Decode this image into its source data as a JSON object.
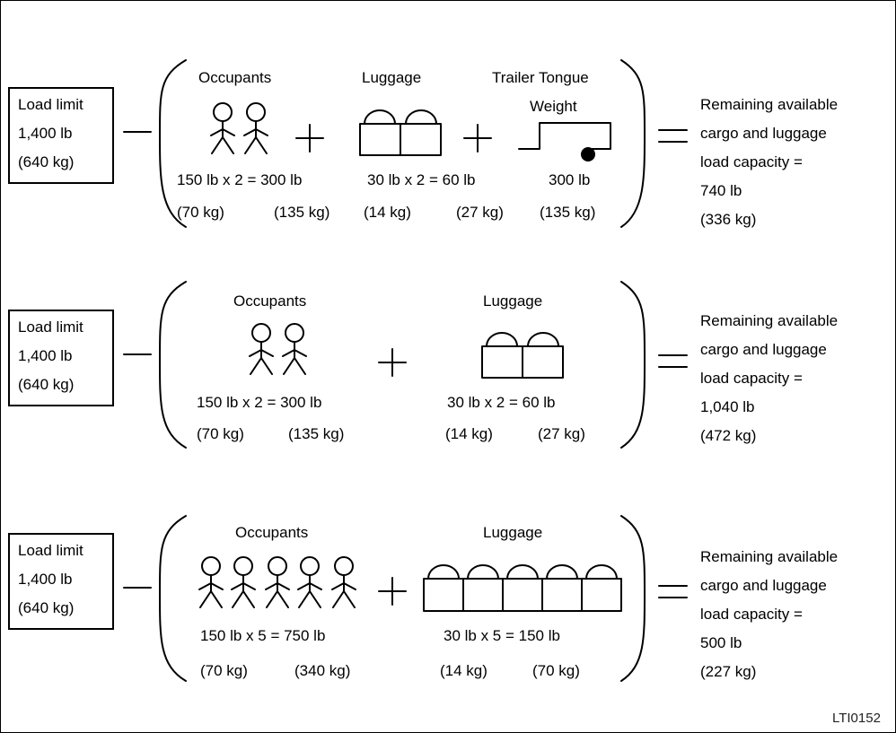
{
  "figure_code": "LTI0152",
  "examples": [
    {
      "load_limit": [
        "Load limit",
        "1,400 lb",
        "(640 kg)"
      ],
      "groups": [
        {
          "label": [
            "Occupants"
          ],
          "count": 2,
          "calc": "150 lb x 2 = 300 lb",
          "metric": [
            "(70 kg)",
            "(135 kg)"
          ]
        },
        {
          "label": [
            "Luggage"
          ],
          "count": 2,
          "calc": "30 lb x 2 = 60 lb",
          "metric": [
            "(14 kg)",
            "(27 kg)"
          ]
        },
        {
          "label": [
            "Trailer Tongue",
            "Weight"
          ],
          "count": 1,
          "calc": "300 lb",
          "metric": [
            "(135 kg)"
          ]
        }
      ],
      "result": [
        "Remaining available",
        "cargo and luggage",
        "load capacity =",
        "740 lb",
        "(336 kg)"
      ]
    },
    {
      "load_limit": [
        "Load limit",
        "1,400 lb",
        "(640 kg)"
      ],
      "groups": [
        {
          "label": [
            "Occupants"
          ],
          "count": 2,
          "calc": "150 lb x 2 = 300 lb",
          "metric": [
            "(70 kg)",
            "(135 kg)"
          ]
        },
        {
          "label": [
            "Luggage"
          ],
          "count": 2,
          "calc": "30 lb x 2 = 60 lb",
          "metric": [
            "(14 kg)",
            "(27 kg)"
          ]
        }
      ],
      "result": [
        "Remaining available",
        "cargo and luggage",
        "load capacity =",
        "1,040 lb",
        "(472 kg)"
      ]
    },
    {
      "load_limit": [
        "Load limit",
        "1,400 lb",
        "(640 kg)"
      ],
      "groups": [
        {
          "label": [
            "Occupants"
          ],
          "count": 5,
          "calc": "150 lb x 5 = 750 lb",
          "metric": [
            "(70 kg)",
            "(340 kg)"
          ]
        },
        {
          "label": [
            "Luggage"
          ],
          "count": 5,
          "calc": "30 lb x 5 = 150 lb",
          "metric": [
            "(14 kg)",
            "(70 kg)"
          ]
        }
      ],
      "result": [
        "Remaining available",
        "cargo and luggage",
        "load capacity =",
        "500 lb",
        "(227 kg)"
      ]
    }
  ]
}
